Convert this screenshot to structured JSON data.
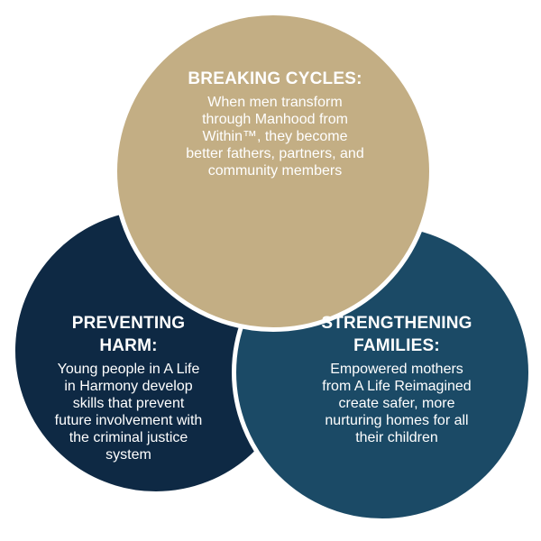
{
  "colors": {
    "top_circle": "#c3ae84",
    "left_circle": "#0e2944",
    "right_circle": "#1b4a66",
    "text": "#ffffff",
    "background": "#ffffff"
  },
  "circles": {
    "top": {
      "heading": "BREAKING CYCLES:",
      "body": "When men transform\nthrough Manhood from\nWithin™, they become\nbetter fathers, partners, and\ncommunity members"
    },
    "left": {
      "heading": "PREVENTING\nHARM:",
      "body": "Young people in A Life\nin Harmony develop\nskills that prevent\nfuture involvement with\nthe criminal justice\nsystem"
    },
    "right": {
      "heading": "STRENGTHENING\nFAMILIES:",
      "body": "Empowered mothers\nfrom A Life Reimagined\ncreate safer, more\nnurturing homes for all\ntheir children"
    }
  }
}
